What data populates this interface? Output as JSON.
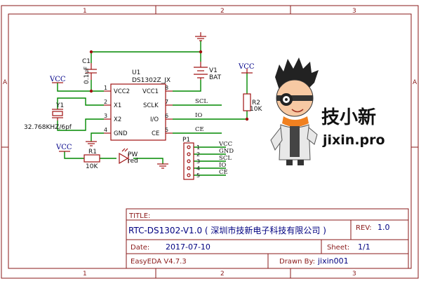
{
  "zones": {
    "col1": "1",
    "col2": "2",
    "col3": "3",
    "rowA": "A"
  },
  "power": {
    "vcc1": "VCC",
    "vcc2": "VCC",
    "vcc3": "VCC"
  },
  "parts": {
    "c1": {
      "ref": "C1",
      "value": "0.1uF"
    },
    "u1": {
      "ref": "U1",
      "value": "DS1302Z_JX",
      "pins": [
        {
          "num": "1",
          "name": "VCC2"
        },
        {
          "num": "2",
          "name": "X1"
        },
        {
          "num": "3",
          "name": "X2"
        },
        {
          "num": "4",
          "name": "GND"
        },
        {
          "num": "8",
          "name": "VCC1"
        },
        {
          "num": "7",
          "name": "SCLK"
        },
        {
          "num": "6",
          "name": "I/O"
        },
        {
          "num": "5",
          "name": "CE"
        }
      ]
    },
    "y1": {
      "ref": "Y1",
      "value": "32.768KHZ/6pf"
    },
    "v1": {
      "ref": "V1",
      "value": "BAT"
    },
    "r1": {
      "ref": "R1",
      "value": "10K"
    },
    "r2": {
      "ref": "R2",
      "value": "10K"
    },
    "pw": {
      "ref": "PW",
      "value": "red"
    },
    "p1": {
      "ref": "P1",
      "pins": [
        "1",
        "2",
        "3",
        "4",
        "5"
      ],
      "nets": [
        "VCC",
        "GND",
        "SCL",
        "IO",
        "CE"
      ]
    }
  },
  "nets": {
    "scl": "SCL",
    "io": "IO",
    "ce": "CE"
  },
  "brand": {
    "name": "技小新",
    "site": "jixin.pro"
  },
  "title_block": {
    "title_label": "TITLE:",
    "title_value": "RTC-DS1302-V1.0 ( 深圳市技新电子科技有限公司 )",
    "rev_label": "REV:",
    "rev_value": "1.0",
    "date_label": "Date:",
    "date_value": "2017-07-10",
    "sheet_label": "Sheet:",
    "sheet_value": "1/1",
    "tool": "EasyEDA V4.7.3",
    "drawn_label": "Drawn By:",
    "drawn_value": "jixin001"
  },
  "colors": {
    "border": "#8a1a1a",
    "wire": "#008800",
    "part": "#a01010",
    "power_text": "#000088",
    "title_text": "#000080"
  }
}
